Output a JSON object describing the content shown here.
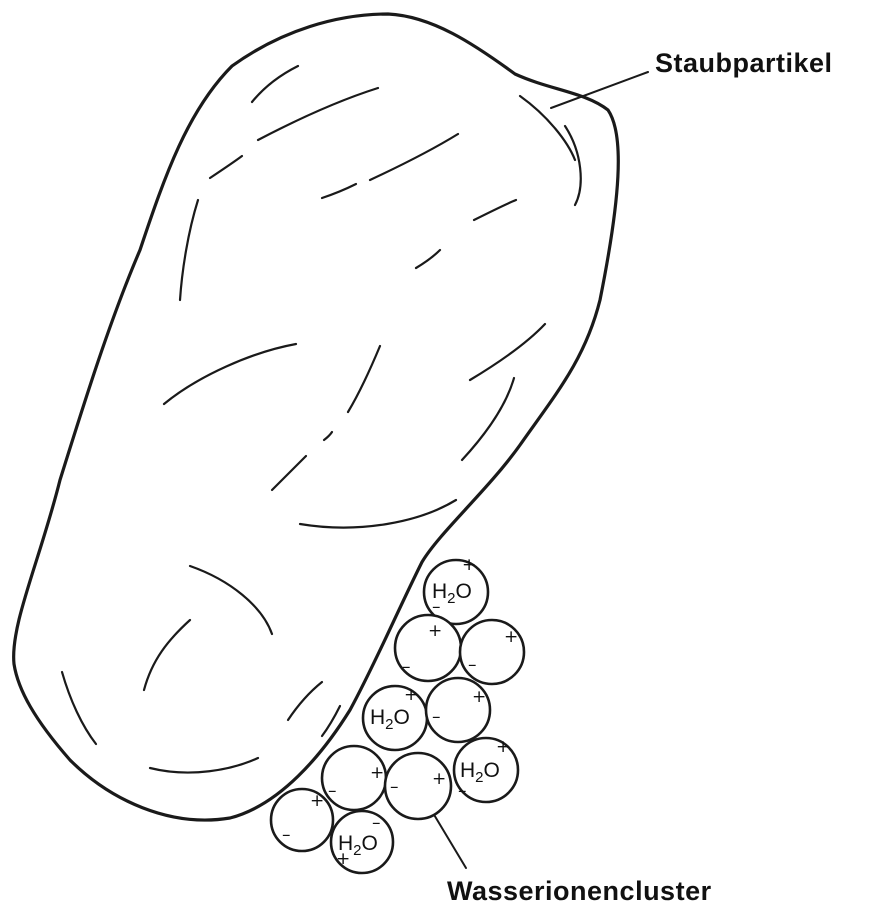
{
  "labels": {
    "particle": "Staubpartikel",
    "cluster": "Wasserionencluster"
  },
  "molecule": {
    "element": "H",
    "subscript": "2",
    "oxygen": "O"
  },
  "signs": {
    "plus": "+",
    "minus": "–"
  }
}
